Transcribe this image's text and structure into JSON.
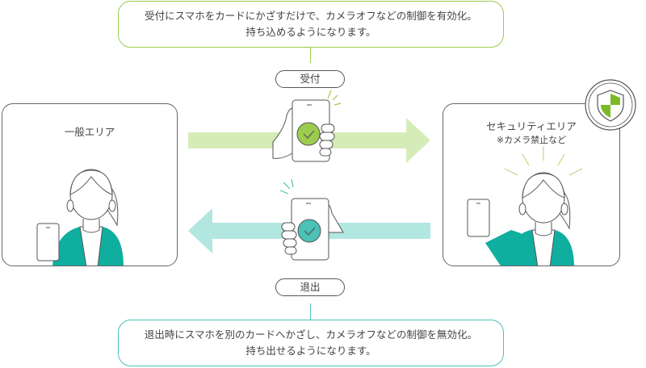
{
  "entry": {
    "description_line1": "受付にスマホをカードにかざすだけで、カメラオフなどの制御を有効化。",
    "description_line2": "持ち込めるようになります。",
    "label": "受付",
    "color": "#9ccc4e",
    "arrow_color": "#d5ecb8"
  },
  "exit": {
    "description_line1": "退出時にスマホを別のカードへかざし、カメラオフなどの制御を無効化。",
    "description_line2": "持ち出せるようになります。",
    "label": "退出",
    "color": "#4cc1b6",
    "arrow_color": "#b2e6e1"
  },
  "areas": {
    "general": {
      "title": "一般エリア"
    },
    "security": {
      "title": "セキュリティエリア",
      "note": "※カメラ禁止など",
      "badge_icon": "shield-icon"
    }
  },
  "colors": {
    "clothing": "#0fae9f",
    "outline": "#555555",
    "check_green": "#9ccc4e",
    "check_teal": "#4cc1b6"
  }
}
